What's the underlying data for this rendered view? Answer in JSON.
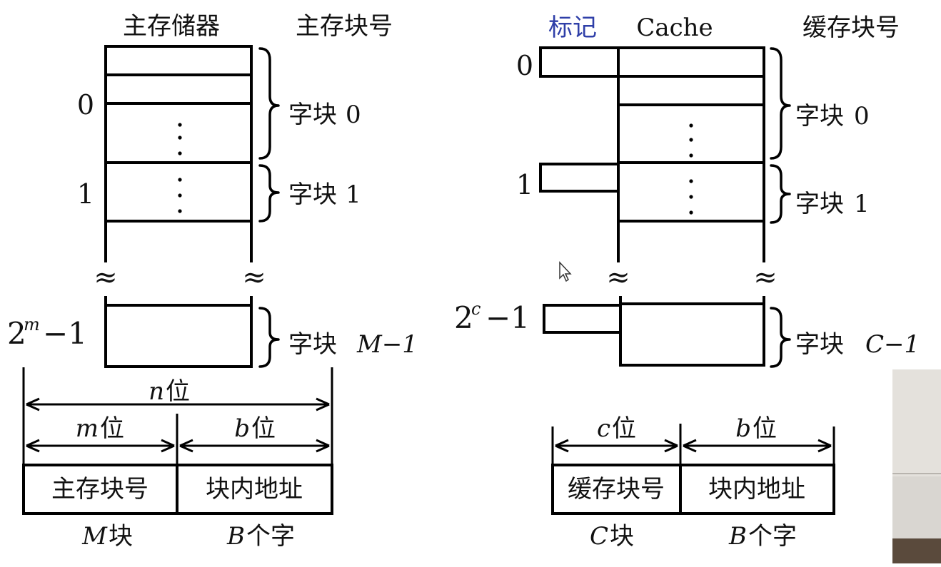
{
  "main_memory": {
    "title": "主存储器",
    "block_no_title": "主存块号",
    "block_labels": [
      "0",
      "1"
    ],
    "last_block_base": "2",
    "last_block_exp": "m",
    "last_block_suffix": "−1",
    "word_block_prefix": "字块",
    "word_blocks": [
      "0",
      "1",
      "M−1"
    ],
    "address": {
      "total_bits": "n",
      "unit": "位",
      "fields": [
        {
          "bits": "m",
          "name": "主存块号",
          "below_var": "M",
          "below_unit": "块"
        },
        {
          "bits": "b",
          "name": "块内地址",
          "below_var": "B",
          "below_unit": "个字"
        }
      ]
    }
  },
  "cache": {
    "tag_title": "标记",
    "title": "Cache",
    "block_no_title": "缓存块号",
    "block_labels": [
      "0",
      "1"
    ],
    "last_block_base": "2",
    "last_block_exp": "c",
    "last_block_suffix": "−1",
    "word_block_prefix": "字块",
    "word_blocks": [
      "0",
      "1",
      "C−1"
    ],
    "address": {
      "unit": "位",
      "fields": [
        {
          "bits": "c",
          "name": "缓存块号",
          "below_var": "C",
          "below_unit": "块"
        },
        {
          "bits": "b",
          "name": "块内地址",
          "below_var": "B",
          "below_unit": "个字"
        }
      ]
    }
  },
  "colors": {
    "tag_title": "#2f3fa8",
    "line": "#000000",
    "background": "#ffffff"
  },
  "break_symbol": "≈"
}
